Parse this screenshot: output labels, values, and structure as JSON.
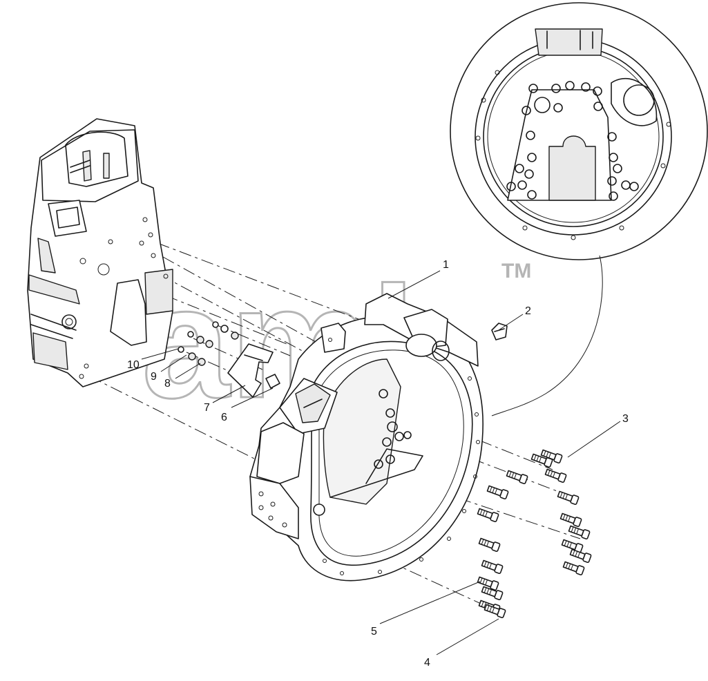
{
  "watermark": {
    "text": "aml",
    "trademark": "TM"
  },
  "callouts": [
    "1",
    "2",
    "3",
    "4",
    "5",
    "6",
    "7",
    "8",
    "9",
    "10"
  ],
  "parts": {
    "detail_view": "detail-view",
    "housing": "flywheel-housing",
    "transmission": "transmission-case"
  }
}
